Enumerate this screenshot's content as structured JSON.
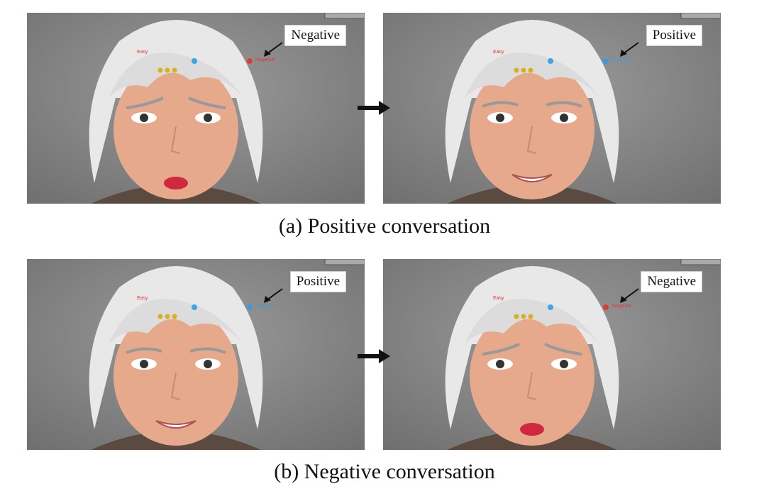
{
  "figure": {
    "rows": [
      {
        "caption": "(a) Positive conversation",
        "panels": [
          {
            "state_label": "Negative",
            "expression": "sad",
            "indicator_text": "Negative",
            "indicator_color": "#e03a3a",
            "easy_text": "Easy"
          },
          {
            "state_label": "Positive",
            "expression": "smile",
            "indicator_text": "Positive",
            "indicator_color": "#3a9ae0",
            "easy_text": "Easy"
          }
        ]
      },
      {
        "caption": "(b) Negative conversation",
        "panels": [
          {
            "state_label": "Positive",
            "expression": "smile",
            "indicator_text": "Positive",
            "indicator_color": "#3a9ae0",
            "easy_text": "Easy"
          },
          {
            "state_label": "Negative",
            "expression": "sad",
            "indicator_text": "Negative",
            "indicator_color": "#e03a3a",
            "easy_text": "Easy"
          }
        ]
      }
    ],
    "colors": {
      "background": "#8a8a8a",
      "hair": "#e8e8e8",
      "skin": "#e6a98c",
      "dot_blue": "#3aa7e0",
      "dot_yellow": "#d8b020",
      "lips": "#d02840"
    }
  }
}
